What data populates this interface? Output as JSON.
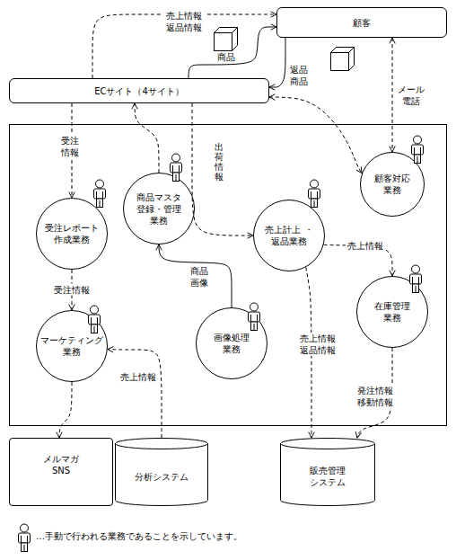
{
  "diagram": {
    "nodes": [
      {
        "text": [
          "顧客"
        ]
      },
      {
        "text": [
          "ECサイト（4サイト）"
        ]
      },
      {
        "text": [
          "顧客対応 業務"
        ]
      },
      {
        "text": [
          "商品マスタ 登録・管理 業務"
        ]
      },
      {
        "text": [
          "受注レポート 作成業務"
        ]
      },
      {
        "text": [
          "売上計上 ・返品業務"
        ]
      },
      {
        "text": [
          "在庫管理 業務"
        ]
      },
      {
        "text": [
          "マーケティング 業務"
        ]
      },
      {
        "text": [
          "画像処理 業務"
        ]
      },
      {
        "text": [
          "メルマガ SNS"
        ]
      },
      {
        "text": [
          "分析システム"
        ]
      },
      {
        "text": [
          "販売管理 システム"
        ]
      }
    ],
    "edges": [
      {
        "from": 1,
        "to": 0,
        "label": "売上情報 返品情報",
        "arrow": "to"
      },
      {
        "from": 1,
        "to": 0,
        "label": "商品",
        "arrow": "to"
      },
      {
        "from": 0,
        "to": 1,
        "label": "返品 商品",
        "arrow": "to"
      },
      {
        "from": 0,
        "to": 2,
        "label": "メール 電話",
        "arrow": "both"
      },
      {
        "from": 1,
        "to": 4,
        "label": "受注 情報",
        "arrow": "to"
      },
      {
        "from": 3,
        "to": 1,
        "arrow": "to"
      },
      {
        "from": 1,
        "to": 5,
        "label": "出荷 情報",
        "arrow": "to"
      },
      {
        "from": 1,
        "to": 2,
        "arrow": "both"
      },
      {
        "from": 4,
        "to": 7,
        "label": "受注情報",
        "arrow": "to"
      },
      {
        "from": 8,
        "to": 3,
        "label": "商品 画像",
        "arrow": "to"
      },
      {
        "from": 5,
        "to": 6,
        "label": "売上情報",
        "arrow": "to"
      },
      {
        "from": 10,
        "to": 7,
        "label": "売上情報",
        "arrow": "to"
      },
      {
        "from": 7,
        "to": 9,
        "arrow": "to"
      },
      {
        "from": 5,
        "to": 11,
        "label": "売上情報 返品情報",
        "arrow": "to"
      },
      {
        "from": 6,
        "to": 11,
        "label": "発注情報 移動情報",
        "arrow": "to"
      }
    ],
    "legend": [
      {
        "text": "…手動で行われる業務であることを示しています。"
      }
    ]
  }
}
